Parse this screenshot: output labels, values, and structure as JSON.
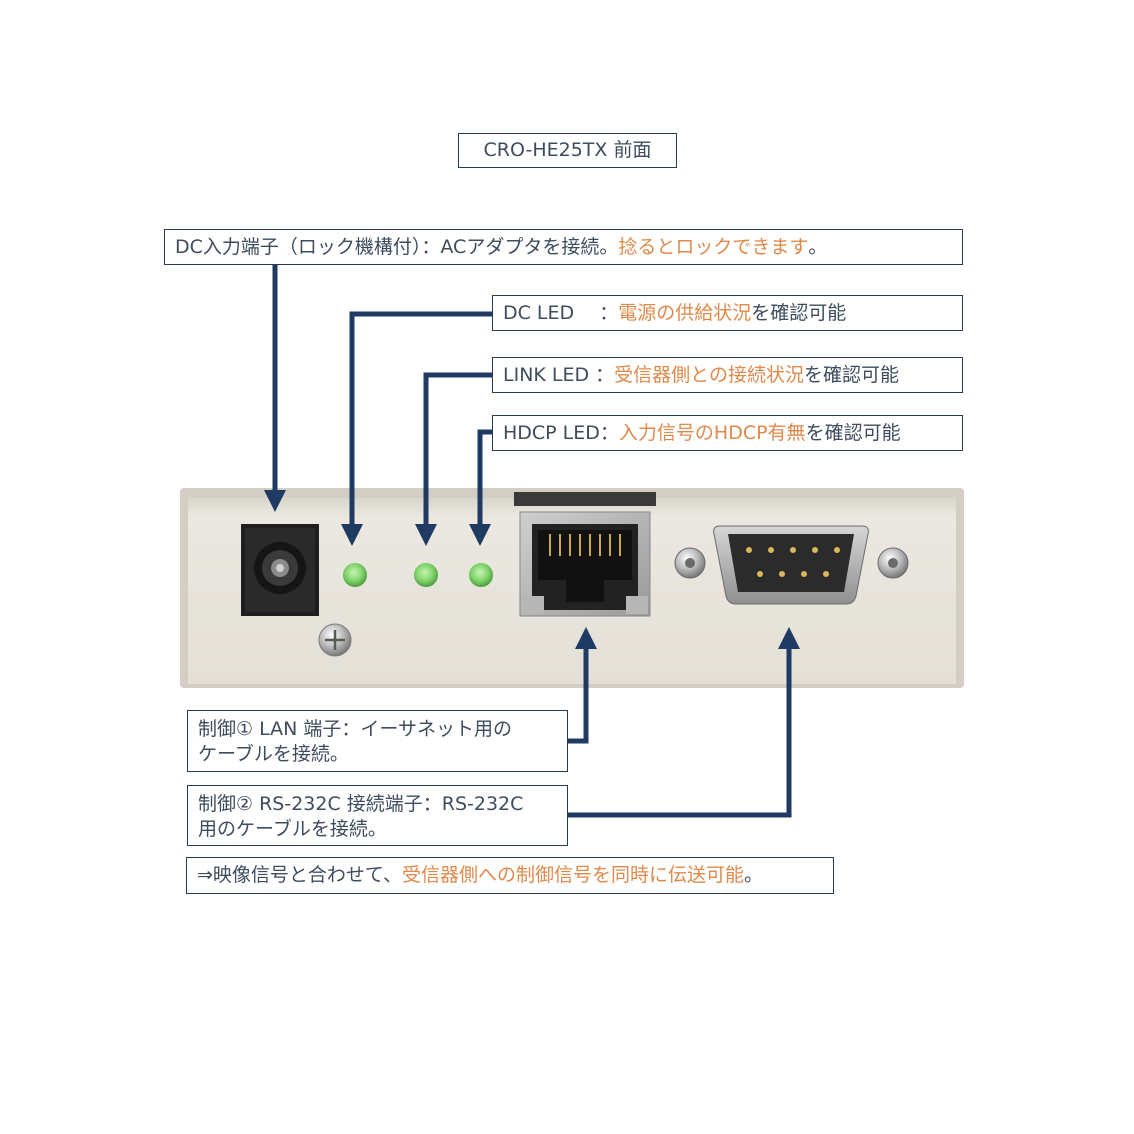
{
  "title": "CRO-HE25TX 前面",
  "callouts": {
    "dc_input": {
      "prefix": "DC入力端子（ロック機構付）：ACアダプタを接続。",
      "highlight": "捻るとロックできます",
      "suffix": "。"
    },
    "dc_led": {
      "prefix": "DC LED　 ：",
      "highlight": "電源の供給状況",
      "suffix": "を確認可能"
    },
    "link_led": {
      "prefix": "LINK LED ：",
      "highlight": "受信器側との接続状況",
      "suffix": "を確認可能"
    },
    "hdcp_led": {
      "prefix": "HDCP LED：",
      "highlight": "入力信号のHDCP有無",
      "suffix": "を確認可能"
    },
    "lan": {
      "line1": "制御① LAN 端子：イーサネット用の",
      "line2": "ケーブルを接続。"
    },
    "rs232c": {
      "line1": "制御② RS-232C 接続端子：RS-232C",
      "line2": "用のケーブルを接続。"
    },
    "note": {
      "prefix": "⇒映像信号と合わせて、",
      "highlight": "受信器側への制御信号を同時に伝送可能",
      "suffix": "。"
    }
  },
  "colors": {
    "arrow": "#1f3a63",
    "highlight": "#e0894a",
    "text": "#3e4c5e",
    "panel": "#e9e6de",
    "led": "#7ed36a"
  }
}
